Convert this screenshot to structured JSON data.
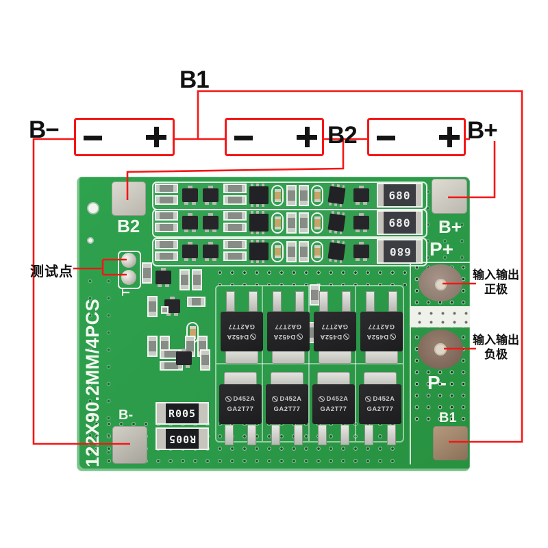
{
  "colors": {
    "annotation_red": "#f51616",
    "pcb_green": "#2b9a49",
    "silkscreen_white": "#f3f8f0",
    "pad_silver": "#d6d3ca",
    "pad_bronze": "#a2886e",
    "background": "#ffffff"
  },
  "diagram": {
    "label_b_minus": "B−",
    "label_b1": "B1",
    "label_b2": "B2",
    "label_b_plus": "B+"
  },
  "callouts": {
    "test_point": "测试点",
    "io_positive_line1": "输入输出",
    "io_positive_line2": "正极",
    "io_negative_line1": "输入输出",
    "io_negative_line2": "负极"
  },
  "board": {
    "side_text": "122X90.2MM/4PCS",
    "silk_b2": "B2",
    "silk_b_plus": "B+",
    "silk_p_plus": "P+",
    "silk_p_minus": "P-",
    "silk_b1": "B1",
    "silk_b_minus": "B-",
    "silk_t": "T",
    "res_680": "680",
    "res_r005": "R005",
    "mosfet_line1": "D452A",
    "mosfet_line2": "GA2T77"
  }
}
